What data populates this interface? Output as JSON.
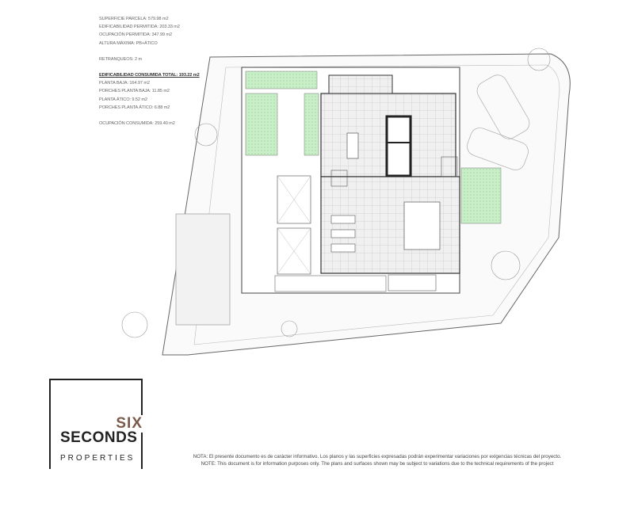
{
  "specs": {
    "superficie_parcela": "SUPERFICIE PARCELA: 579.98 m2",
    "edificabilidad_permitida": "EDIFICABILIDAD PERMITIDA: 203.33 m2",
    "ocupacion_permitida": "OCUPACIÓN PERMITIDA: 347.99 m2",
    "altura_maxima": "ALTURA MÁXIMA: PB+ÁTICO",
    "retranqueos": "RETRANQUEOS: 2 m",
    "edificabilidad_consumida": "EDIFICABILIDAD CONSUMIDA TOTAL: 193.22 m2",
    "planta_baja": "PLANTA BAJA: 164.97 m2",
    "porches_planta_baja": "PORCHES PLANTA BAJA: 11.85 m2",
    "planta_atico": "PLANTA ÁTICO: 9.52 m2",
    "porches_planta_atico": "PORCHES PLANTA ÁTICO: 6.88 m2",
    "ocupacion_consumida": "OCUPACIÓN CONSUMIDA: 259.40 m2"
  },
  "logo": {
    "line1": "SIX",
    "line2": "SECONDS",
    "line3": "PROPERTIES",
    "accent_color": "#7a5a4a"
  },
  "note": {
    "es": "NOTA: El presente documento es de carácter informativo. Los planos y las superficies expresadas podrán experimentar variaciones por exigencias técnicas del proyecto.",
    "en": "NOTE: This document is for information purposes only. The plans and surfaces shown may be subject to variations due to the technical requirements of the project"
  },
  "colors": {
    "lawn": "#c9efc9",
    "floor_grid": "#ececec",
    "line": "#555555"
  }
}
